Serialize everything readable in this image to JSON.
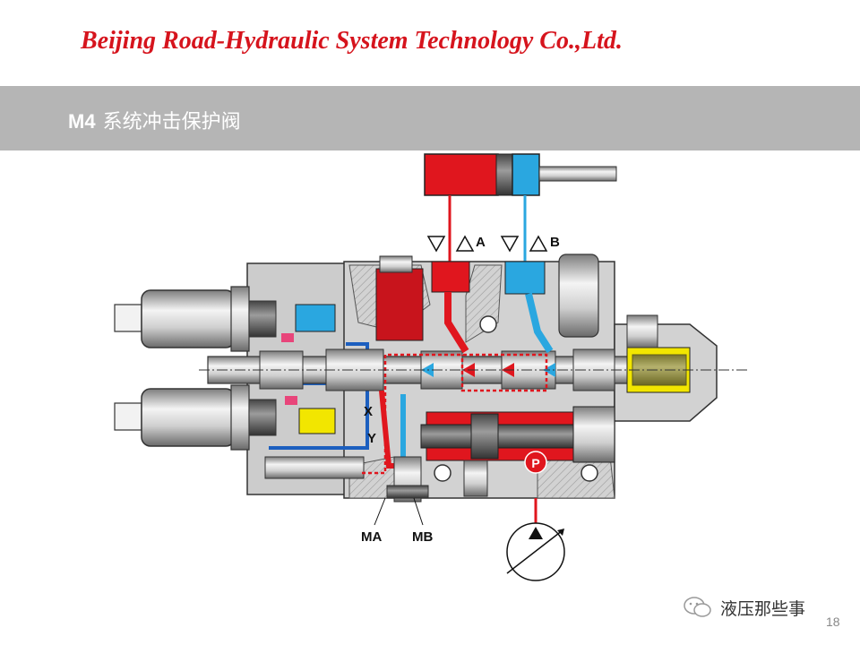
{
  "header": {
    "company": "Beijing Road-Hydraulic System Technology Co.,Ltd.",
    "slide_code": "M4",
    "slide_title": "系统冲击保护阀"
  },
  "diagram": {
    "port_a": "A",
    "port_b": "B",
    "port_x": "X",
    "port_y": "Y",
    "port_ma": "MA",
    "port_mb": "MB",
    "port_p": "P",
    "colors": {
      "pressure": "#e0161e",
      "return": "#2aa7e0",
      "housing": "#d2d2d2",
      "pilot": "#f2e600",
      "drain": "#1c5fbf"
    }
  },
  "footer": {
    "watermark": "液压那些事",
    "page": "18"
  }
}
